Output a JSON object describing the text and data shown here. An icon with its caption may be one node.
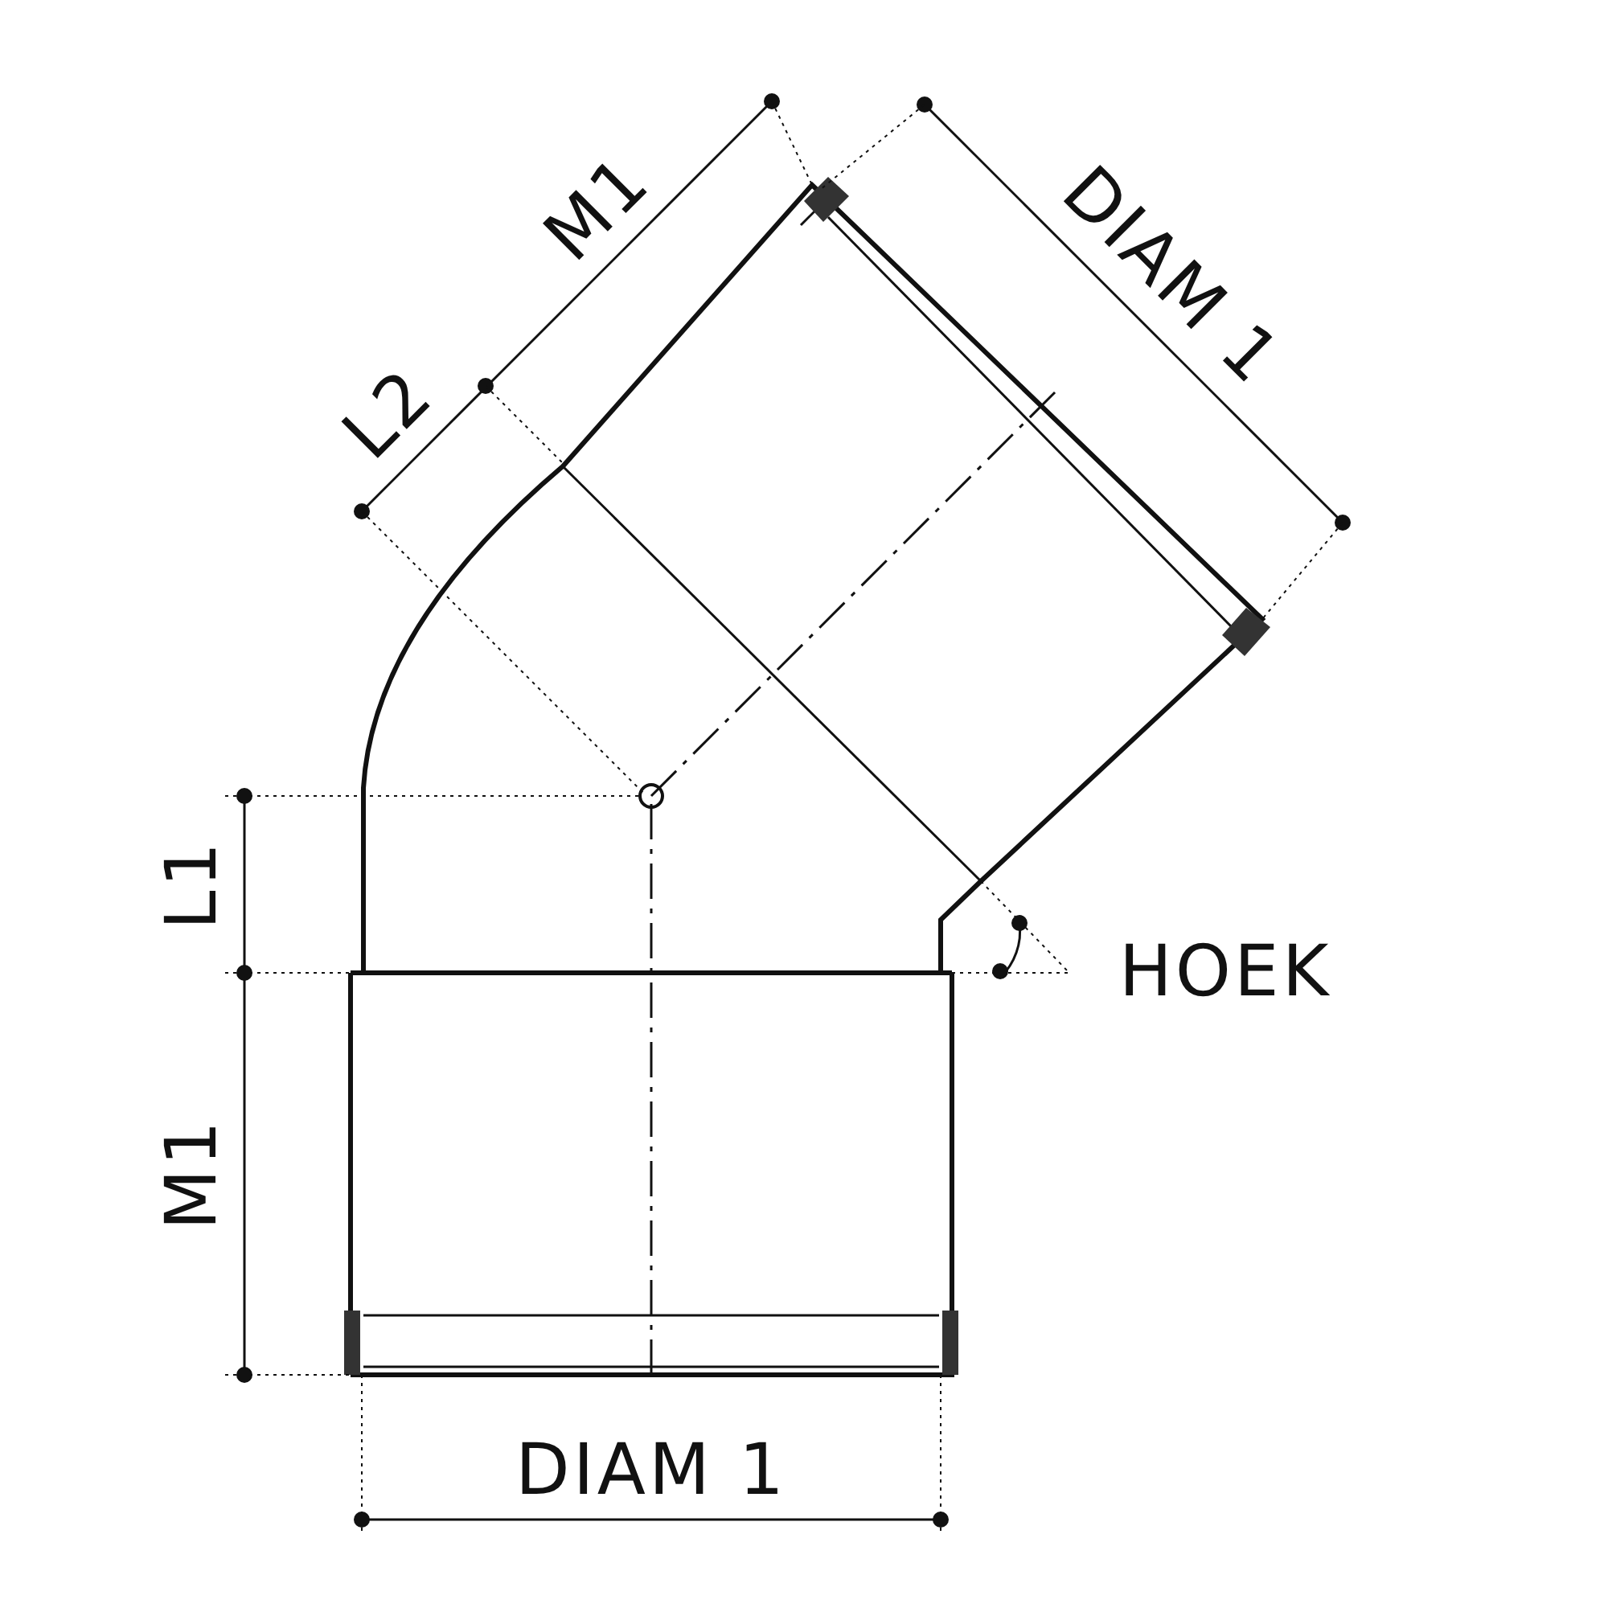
{
  "diagram": {
    "labels": [
      "M1",
      "DIAM 1",
      "L2",
      "L1",
      "HOEK",
      "M1",
      "DIAM 1"
    ]
  }
}
